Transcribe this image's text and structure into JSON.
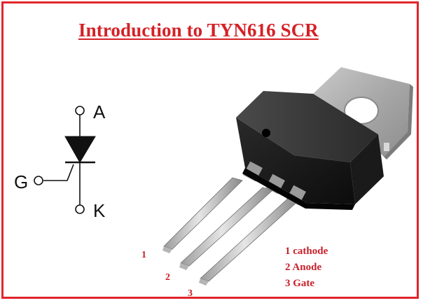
{
  "title": "Introduction to TYN616 SCR",
  "symbol": {
    "anode": "A",
    "gate": "G",
    "cathode": "K"
  },
  "pin_numbers": [
    "1",
    "2",
    "3"
  ],
  "legend": [
    "1 cathode",
    "2 Anode",
    "3 Gate"
  ],
  "colors": {
    "frame": "#e0262b",
    "title": "#d42127",
    "labels": "#c8202a"
  }
}
